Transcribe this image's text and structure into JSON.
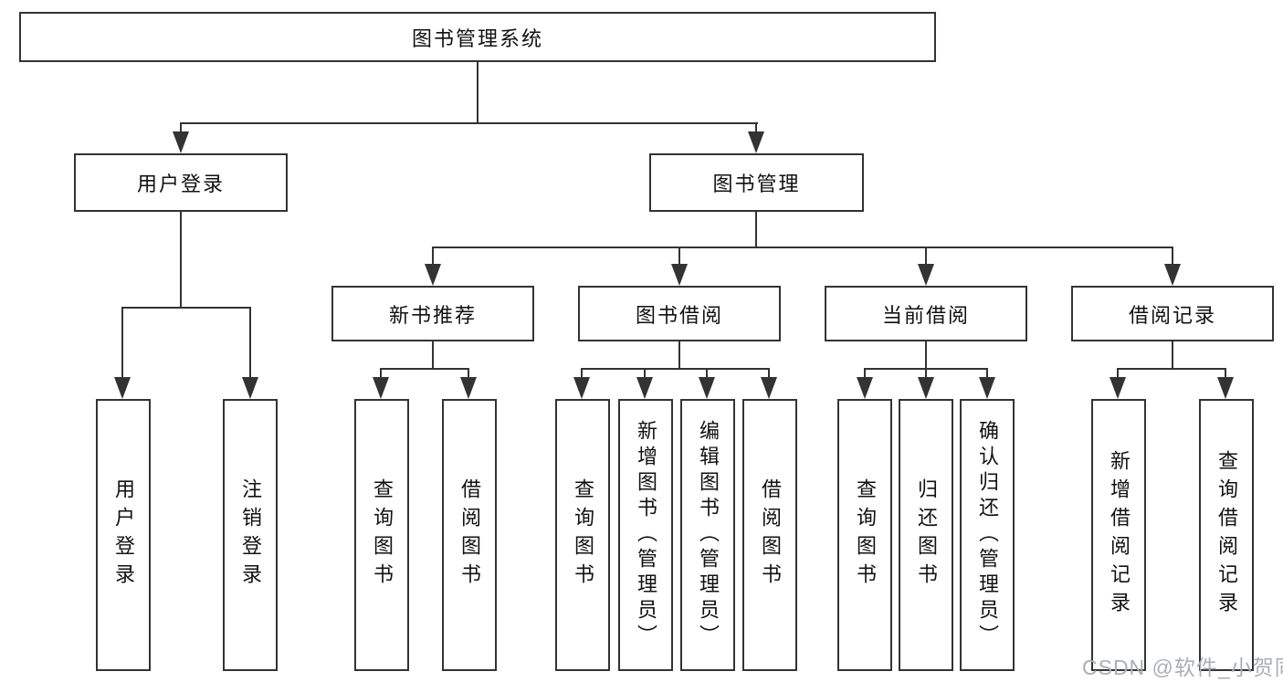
{
  "diagram": {
    "title": "图书管理系统",
    "branches": [
      {
        "label": "用户登录",
        "children": [
          "用户登录",
          "注销登录"
        ]
      },
      {
        "label": "图书管理",
        "children": [
          {
            "label": "新书推荐",
            "children": [
              "查询图书",
              "借阅图书"
            ]
          },
          {
            "label": "图书借阅",
            "children": [
              "查询图书",
              "新增图书（管理员）",
              "编辑图书（管理员）",
              "借阅图书"
            ]
          },
          {
            "label": "当前借阅",
            "children": [
              "查询图书",
              "归还图书",
              "确认归还（管理员）"
            ]
          },
          {
            "label": "借阅记录",
            "children": [
              "新增借阅记录",
              "查询借阅记录"
            ]
          }
        ]
      }
    ]
  },
  "watermark": {
    "text": "CSDN @软件_小贺同学"
  },
  "colors": {
    "line": "#333333",
    "text": "#111111",
    "watermark": "#a9aeb8",
    "background": "#ffffff"
  }
}
